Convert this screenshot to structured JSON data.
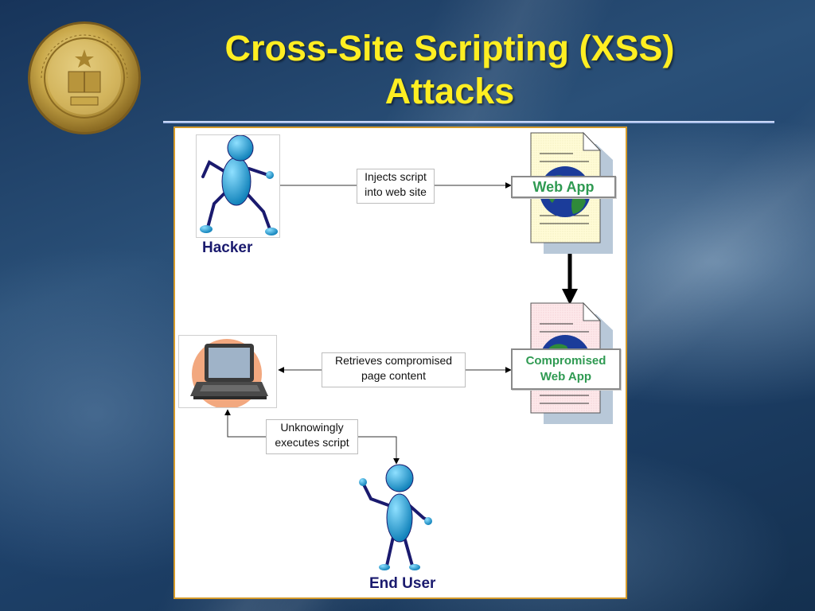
{
  "slide": {
    "title_line1": "Cross-Site Scripting (XSS)",
    "title_line2": "Attacks"
  },
  "colors": {
    "title": "#ffee22",
    "person_body": "#1aa3d8",
    "person_outline": "#1a1a6e",
    "webtag_text": "#2f9a52",
    "doc_web_app": "#fffbd6",
    "doc_compromised": "#fde8ea",
    "laptop_bg": "#f2a87f"
  },
  "diagram": {
    "hacker_label": "Hacker",
    "end_user_label": "End User",
    "web_app_label": "Web App",
    "compromised_label_line1": "Compromised",
    "compromised_label_line2": "Web App",
    "inject_line1": "Injects script",
    "inject_line2": "into web site",
    "retrieve_line1": "Retrieves compromised",
    "retrieve_line2": "page content",
    "execute_line1": "Unknowingly",
    "execute_line2": "executes script"
  },
  "icons": {
    "seal": "university-seal-icon",
    "hacker": "person-icon",
    "end_user": "person-icon",
    "document": "document-globe-icon",
    "laptop": "laptop-icon"
  }
}
